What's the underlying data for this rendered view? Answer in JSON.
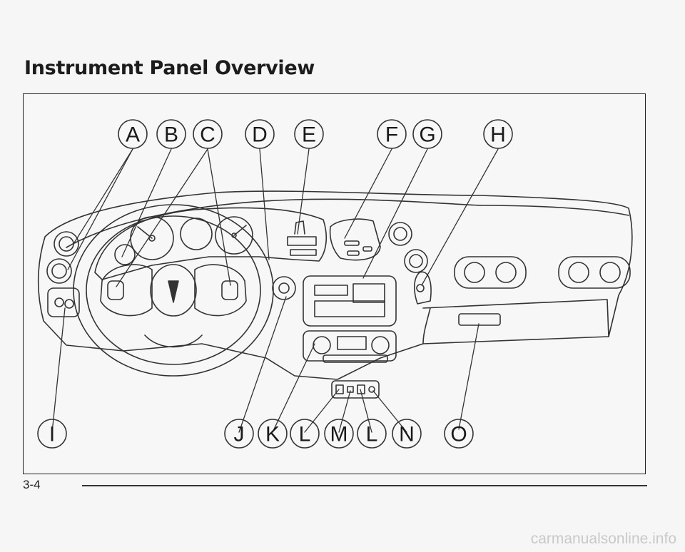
{
  "title": "Instrument Panel Overview",
  "page_number": "3-4",
  "watermark": "carmanualsonline.info",
  "callouts": {
    "a": "A",
    "b": "B",
    "c": "C",
    "d": "D",
    "e": "E",
    "f": "F",
    "g": "G",
    "h": "H",
    "i": "I",
    "j": "J",
    "k": "K",
    "l1": "L",
    "m": "M",
    "l2": "L",
    "n": "N",
    "o": "O"
  },
  "colors": {
    "ink": "#1a1a1a",
    "line": "#333333",
    "background": "#f6f6f6"
  }
}
